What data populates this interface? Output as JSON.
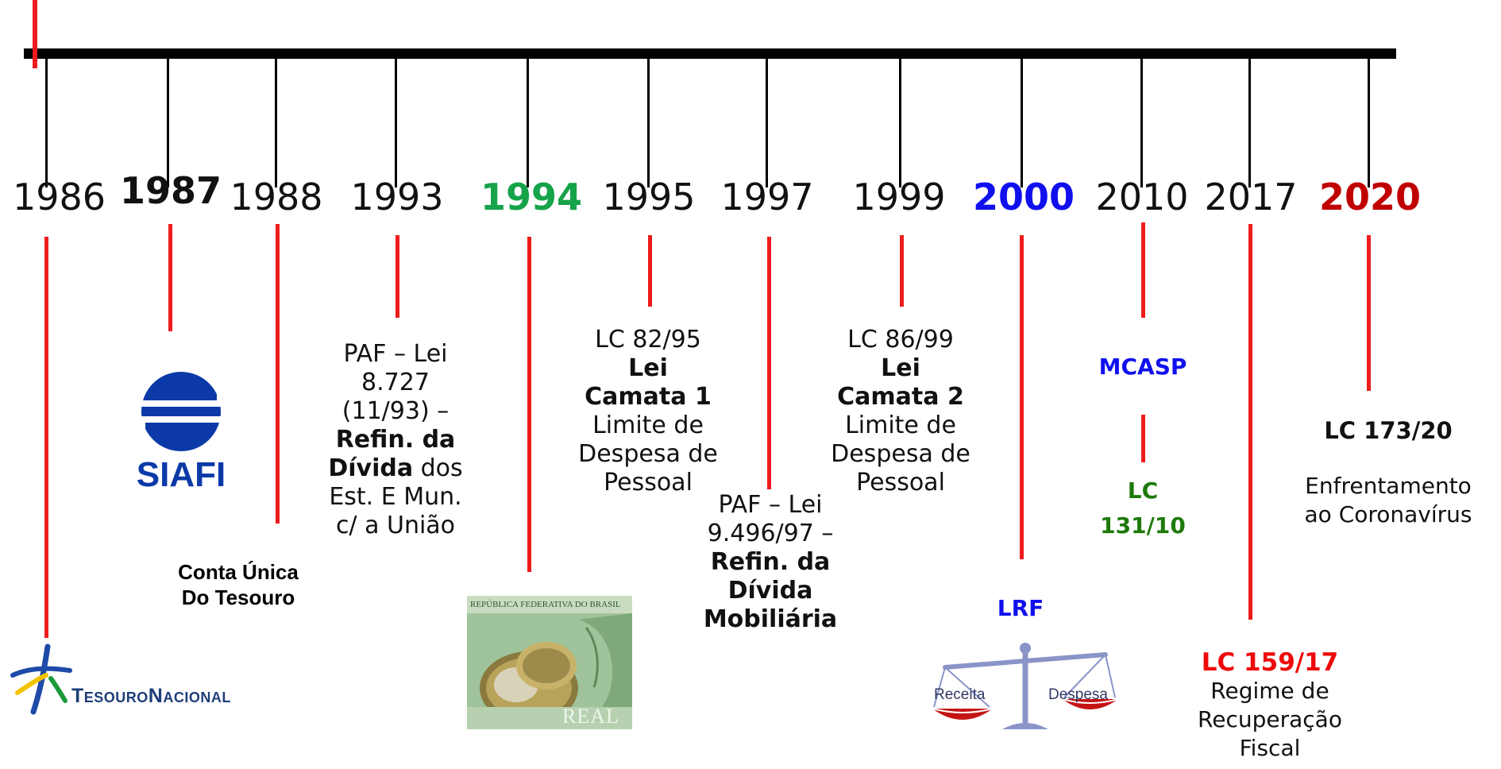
{
  "colors": {
    "axis": "#000000",
    "connector": "#ee1c1c",
    "green": "#16a34a",
    "darkgreen": "#1e7a0b",
    "blue": "#1010ee",
    "darkred": "#c00000",
    "red": "#ee0a0a",
    "siafi": "#0b3aa8"
  },
  "years": [
    "1986",
    "1987",
    "1988",
    "1993",
    "1994",
    "1995",
    "1997",
    "1999",
    "2000",
    "2010",
    "2017",
    "2020"
  ],
  "events": {
    "e1986": {
      "logo_text_a": "Tesouro",
      "logo_text_b": "Nacional"
    },
    "e1987": {
      "logo_text": "SIAFI"
    },
    "e1988": {
      "line1": "Conta Única",
      "line2": "Do Tesouro"
    },
    "e1993": {
      "l1": "PAF – Lei",
      "l2": "8.727",
      "l3": "(11/93) –",
      "l4": "Refin. da",
      "l5a": "Dívida",
      "l5b": " dos",
      "l6": "Est. E Mun.",
      "l7": "c/ a União"
    },
    "e1994": {
      "note_top": "REPÚBLICA FEDERATIVA DO BRASIL",
      "note_bottom": "REAL"
    },
    "e1995": {
      "l1": "LC 82/95",
      "l2": "Lei",
      "l3": "Camata 1",
      "l4": "Limite de",
      "l5": "Despesa de",
      "l6": "Pessoal"
    },
    "e1997": {
      "l1": "PAF – Lei",
      "l2": "9.496/97 –",
      "l3": "Refin. da",
      "l4": "Dívida",
      "l5": "Mobiliária"
    },
    "e1999": {
      "l1": "LC 86/99",
      "l2": "Lei",
      "l3": "Camata 2",
      "l4": "Limite de",
      "l5": "Despesa de",
      "l6": "Pessoal"
    },
    "e2000": {
      "title": "LRF",
      "left_pan": "Receita",
      "right_pan": "Despesa"
    },
    "e2010": {
      "a": "MCASP",
      "b1": "LC",
      "b2": "131/10"
    },
    "e2017": {
      "title": "LC 159/17",
      "l1": "Regime de",
      "l2": "Recuperação",
      "l3": "Fiscal"
    },
    "e2020": {
      "title": "LC 173/20",
      "l1": "Enfrentamento",
      "l2": "ao Coronavírus"
    }
  }
}
